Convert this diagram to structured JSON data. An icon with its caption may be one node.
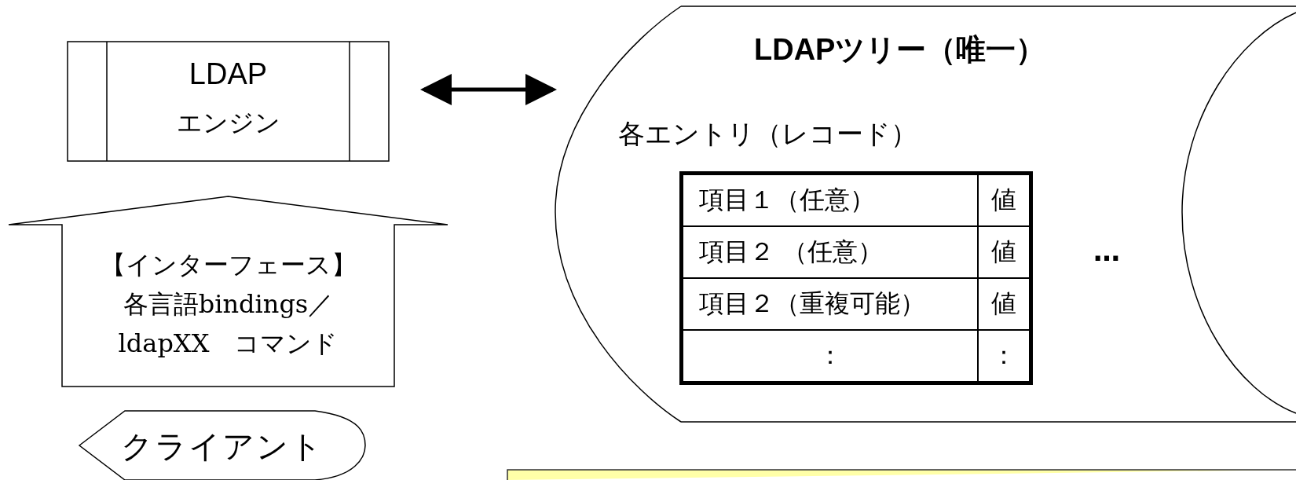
{
  "diagram": {
    "nodes": [
      {
        "text": [
          "LDAP",
          "エンジン"
        ]
      },
      {
        "text": [
          "クライアント"
        ]
      },
      {
        "text": [
          "LDAPツリー（唯一）",
          "各エントリ（レコード）"
        ]
      },
      {
        "text": [],
        "shape": "box"
      }
    ],
    "edges": [
      {
        "from": 1,
        "to": 0,
        "arrow": "to",
        "label": "【インターフェース】各言語bindings／ldapXX　コマンド"
      },
      {
        "from": 0,
        "to": 2,
        "arrow": "both"
      }
    ],
    "labels": [
      "項目１（任意）",
      "値",
      "項目２ （任意）",
      "値",
      "項目２（重複可能）",
      "値",
      "：",
      "：",
      "…"
    ]
  }
}
